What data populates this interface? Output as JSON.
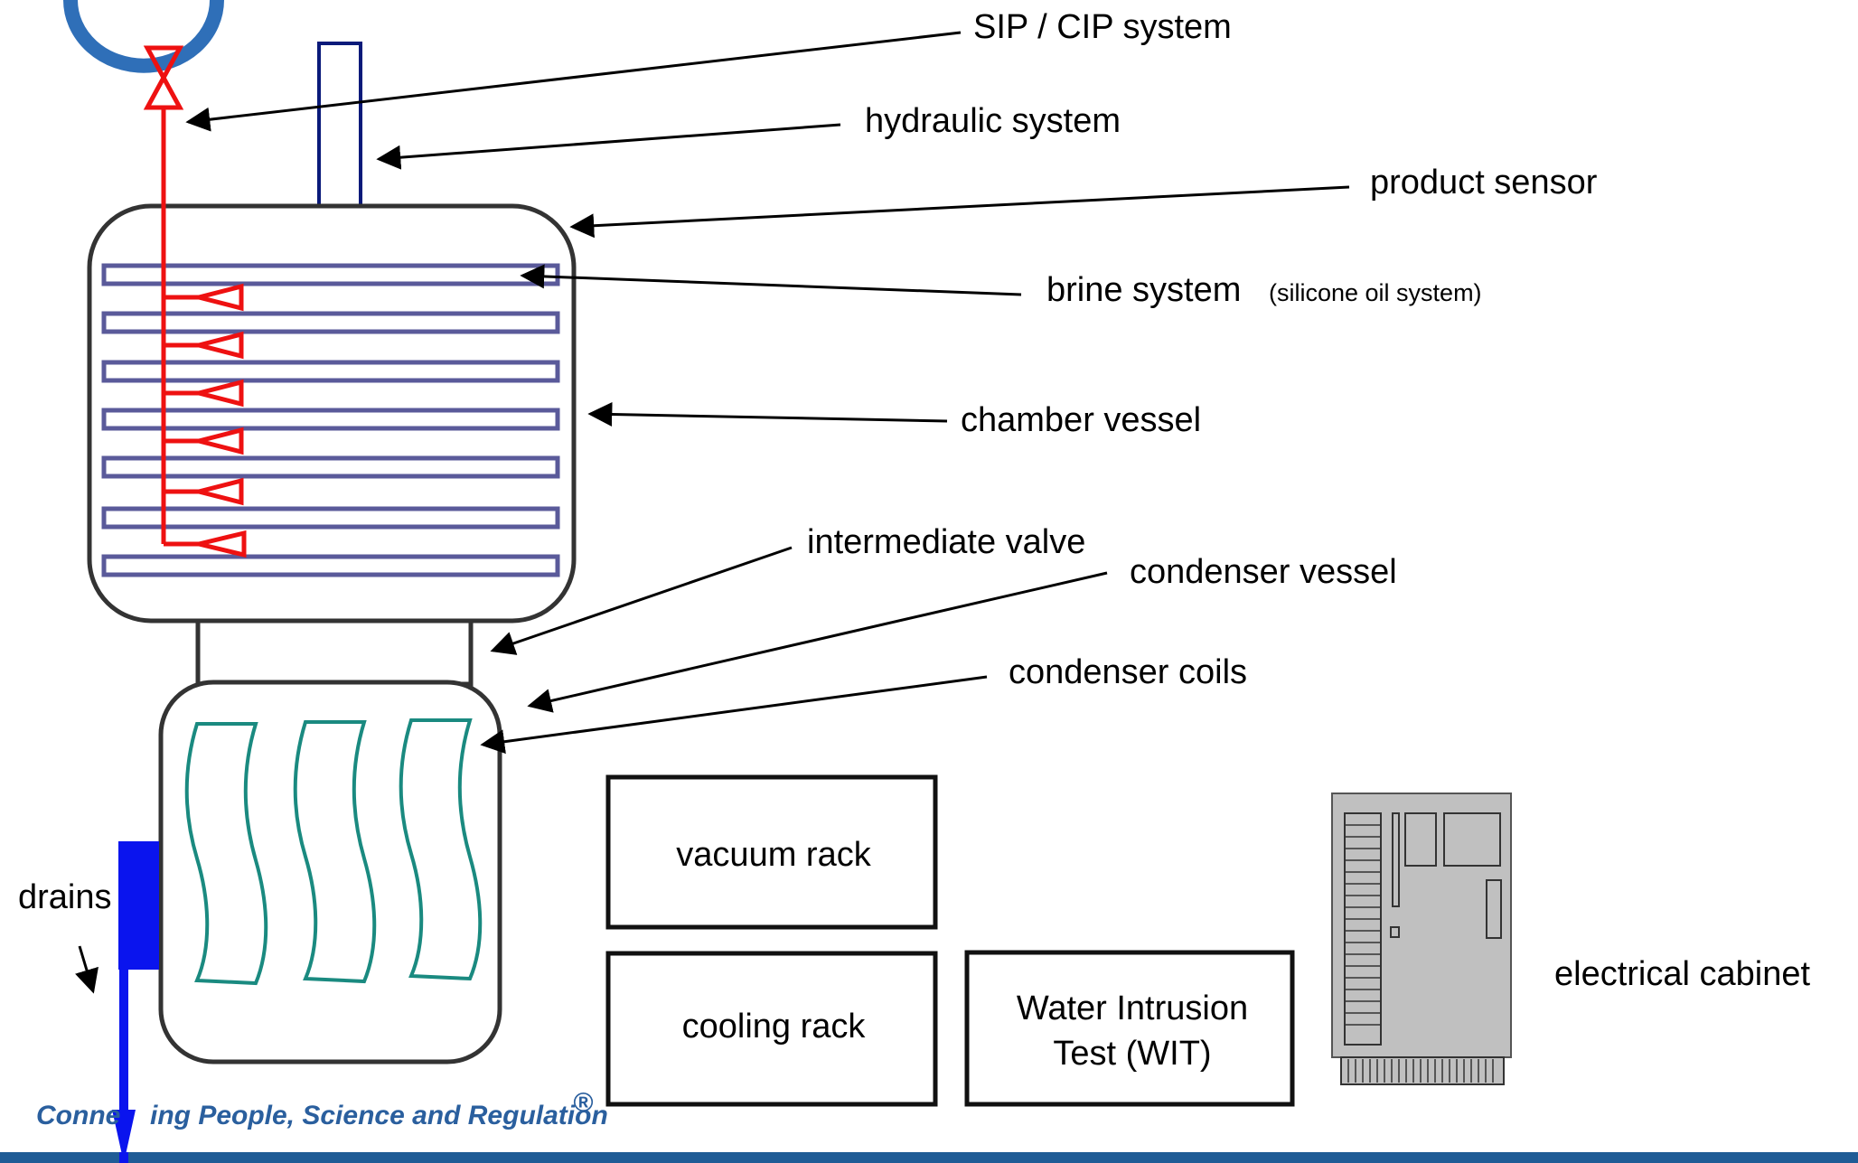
{
  "labels": {
    "sip_cip": "SIP / CIP system",
    "hydraulic": "hydraulic system",
    "product_sensor": "product sensor",
    "brine": "brine system",
    "brine_note": "(silicone oil system)",
    "chamber_vessel": "chamber vessel",
    "intermediate_valve": "intermediate valve",
    "condenser_vessel": "condenser vessel",
    "condenser_coils": "condenser coils",
    "drains": "drains",
    "electrical_cabinet": "electrical cabinet"
  },
  "boxes": {
    "vacuum_rack": "vacuum rack",
    "cooling_rack": "cooling rack",
    "wit_line1": "Water Intrusion",
    "wit_line2": "Test (WIT)"
  },
  "footer": {
    "tagline_start": "Conne",
    "tagline_end": "ing People, Science and Regulation",
    "registered_mark": "®"
  },
  "colors": {
    "sip_line": "#ee1111",
    "hydraulic": "#0a1a7a",
    "shelves": "#5a5a9a",
    "coils": "#1a8a80",
    "drain": "#0a14ee",
    "cabinet_fill": "#c0c0c0",
    "footer_band": "#1f5c96"
  }
}
